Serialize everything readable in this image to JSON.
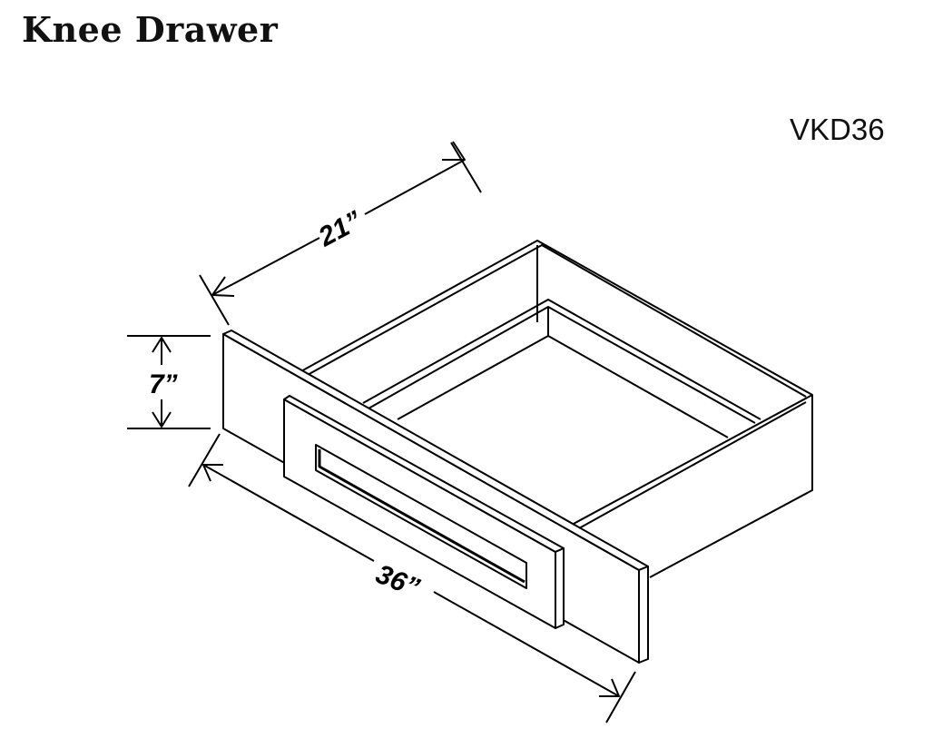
{
  "title": "Knee Drawer",
  "model_code": "VKD36",
  "dimensions": {
    "depth": "21”",
    "height": "7”",
    "width": "36”"
  }
}
